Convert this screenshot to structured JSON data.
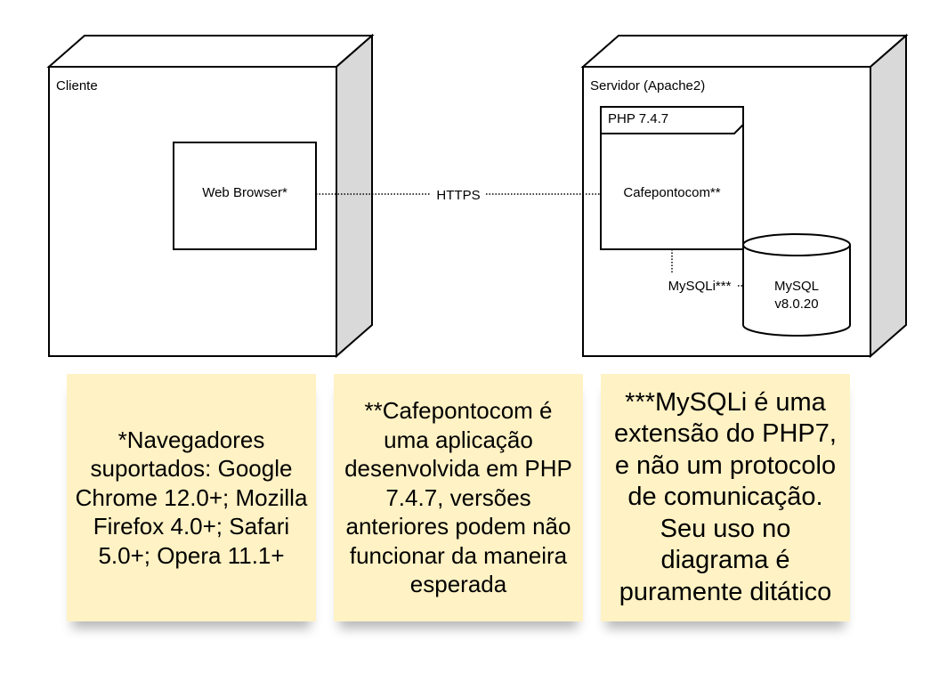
{
  "nodes": {
    "client": {
      "label": "Cliente"
    },
    "server": {
      "label": "Servidor (Apache2)"
    }
  },
  "components": {
    "web_browser": "Web Browser*",
    "php_package": "PHP 7.4.7",
    "app": "Cafepontocom**",
    "database": {
      "line1": "MySQL",
      "line2": "v8.0.20"
    }
  },
  "connections": {
    "https": "HTTPS",
    "mysqli": "MySQLi***"
  },
  "notes": [
    {
      "text": "*Navegadores suportados: Google Chrome 12.0+; Mozilla Firefox 4.0+; Safari 5.0+; Opera 11.1+"
    },
    {
      "text": "**Cafepontocom é uma aplicação desenvolvida em PHP 7.4.7, versões anteriores podem não funcionar da maneira esperada"
    },
    {
      "text": "***MySQLi é uma extensão do PHP7, e não um protocolo de comunicação. Seu uso no diagrama é puramente ditático"
    }
  ],
  "colors": {
    "node_side": "#d9d9d9",
    "note_background": "#fff2c4",
    "stroke": "#000000"
  }
}
